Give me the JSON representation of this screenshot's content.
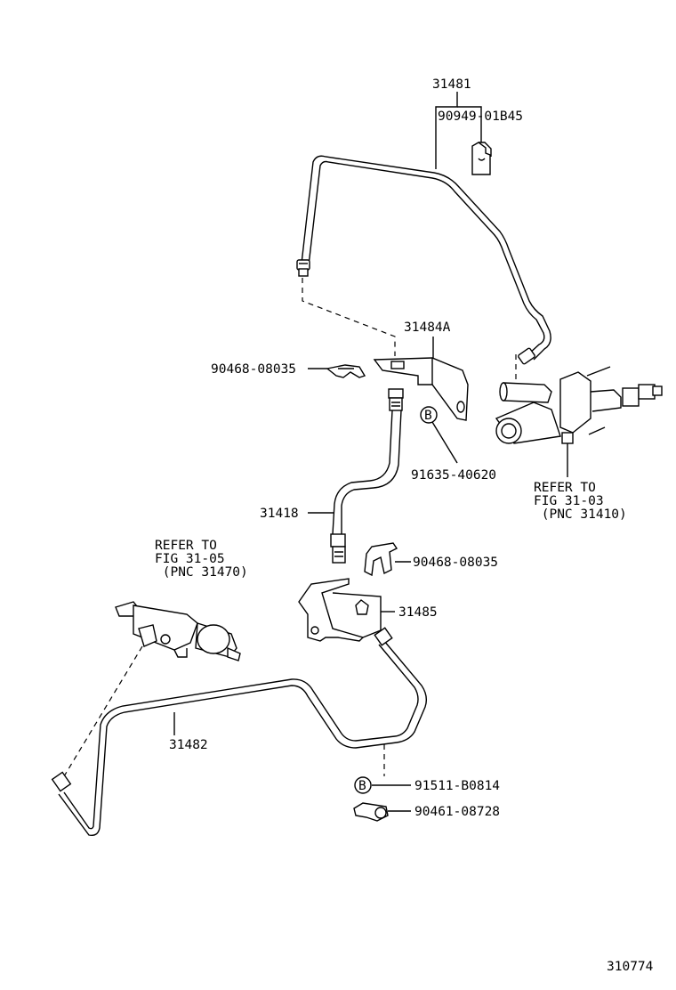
{
  "figure_id": "310774",
  "labels": {
    "p31481": "31481",
    "p90949": "90949-01B45",
    "p31484A": "31484A",
    "p90468a": "90468-08035",
    "p91635": "91635-40620",
    "p31418": "31418",
    "p90468b": "90468-08035",
    "p31485": "31485",
    "p31482": "31482",
    "p91511": "91511-B0814",
    "p90461": "90461-08728",
    "markerB1": "B",
    "markerB2": "B"
  },
  "references": {
    "master_cyl": [
      "REFER TO",
      "FIG 31-03",
      " (PNC 31410)"
    ],
    "release_cyl": [
      "REFER TO",
      "FIG 31-05",
      " (PNC 31470)"
    ]
  }
}
